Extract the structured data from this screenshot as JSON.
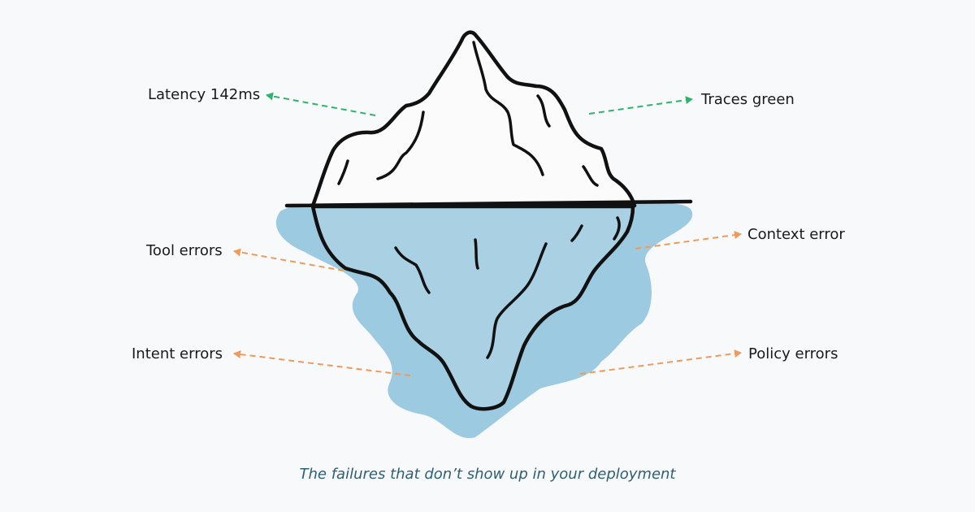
{
  "labels": {
    "latency": "Latency 142ms",
    "traces": "Traces green",
    "tool_errors": "Tool errors",
    "context_error": "Context error",
    "intent_errors": "Intent errors",
    "policy_errors": "Policy errors"
  },
  "caption": "The failures that don’t show up in your deployment",
  "colors": {
    "above_water_arrow": "#2fb36b",
    "below_water_arrow": "#ef9a5a",
    "water": "#9ccae0",
    "ice_below": "#a9d0e3",
    "ice_above": "#fbfbfb",
    "outline": "#111111",
    "caption": "#2d5f74"
  }
}
